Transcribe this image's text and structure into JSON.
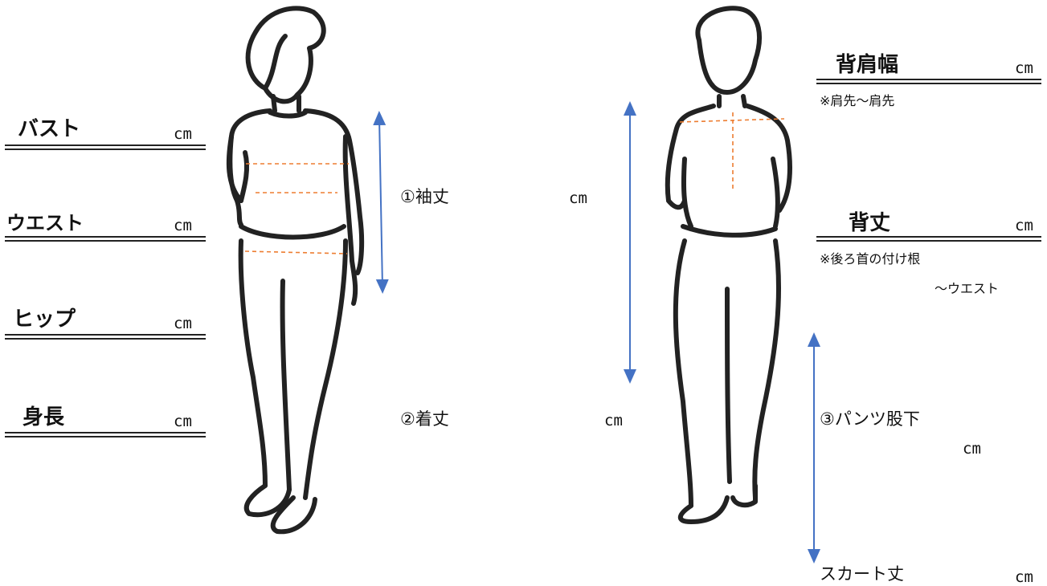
{
  "front": {
    "bust": {
      "label": "バスト",
      "unit": "cm"
    },
    "waist": {
      "label": "ウエスト",
      "unit": "cm"
    },
    "hip": {
      "label": "ヒップ",
      "unit": "cm"
    },
    "height": {
      "label": "身長",
      "unit": "cm"
    },
    "sleeve": {
      "label": "①袖丈",
      "unit": "cm"
    },
    "length": {
      "label": "②着丈",
      "unit": "cm"
    }
  },
  "back": {
    "shoulder": {
      "label": "背肩幅",
      "unit": "cm",
      "note": "※肩先～肩先"
    },
    "back_length": {
      "label": "背丈",
      "unit": "cm",
      "note1": "※後ろ首の付け根",
      "note2": "～ウエスト"
    },
    "inseam": {
      "label": "③パンツ股下",
      "unit": "cm"
    },
    "skirt": {
      "label": "スカート丈",
      "unit": "cm"
    }
  },
  "colors": {
    "arrow": "#4472c4",
    "guide": "#ed7d31",
    "outline": "#222222"
  }
}
